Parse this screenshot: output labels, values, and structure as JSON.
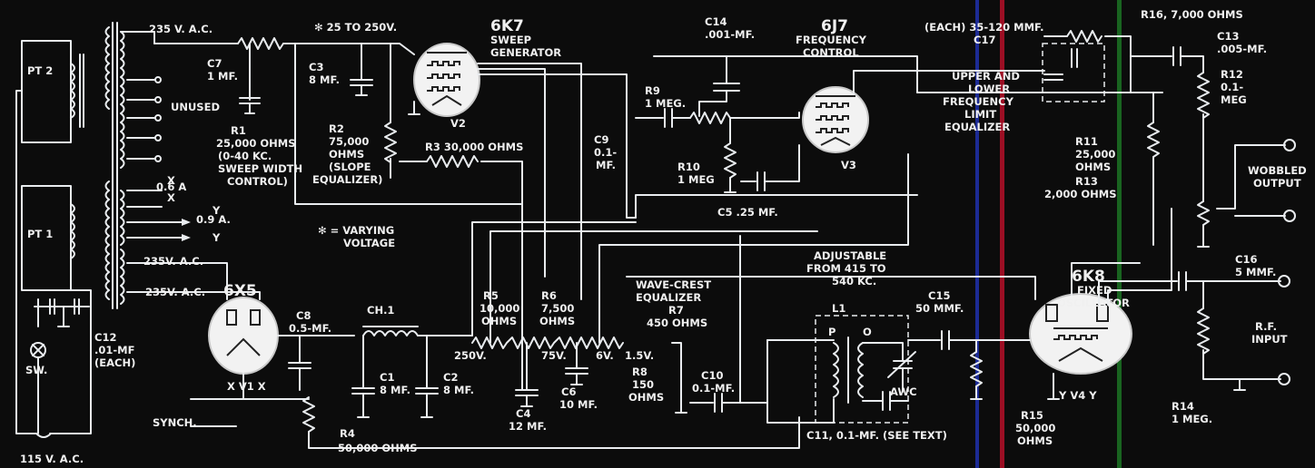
{
  "transformers": {
    "pt2": "PT 2",
    "pt1": "PT 1",
    "t235a": "235 V. A.C.",
    "unused": "UNUSED",
    "i06": "0.6 A",
    "i09": "0.9 A.",
    "y1": "Y",
    "y2": "Y",
    "x1": "X",
    "x2": "X",
    "t235b": "235V. A.C.",
    "t235c": "235V. A.C."
  },
  "mains": {
    "c12": [
      "C12",
      ".01-MF",
      "(EACH)"
    ],
    "sw": "SW.",
    "v115": "115 V. A.C."
  },
  "sweep": {
    "c7": [
      "C7",
      "1 MF."
    ],
    "r1": [
      "R1",
      "25,000 OHMS",
      "(0-40 KC.",
      "SWEEP WIDTH",
      "CONTROL)"
    ],
    "note": "✻ 25 TO 250V.",
    "c3": [
      "C3",
      "8 MF."
    ],
    "r2": [
      "R2",
      "75,000",
      "OHMS",
      "(SLOPE",
      "EQUALIZER)"
    ],
    "r3": "R3 30,000 OHMS",
    "legend": [
      "✻ = VARYING",
      "VOLTAGE"
    ]
  },
  "tubes": {
    "v6k7": [
      "6K7",
      "SWEEP",
      "GENERATOR"
    ],
    "v2": "V2",
    "v6j7": [
      "6J7",
      "FREQUENCY",
      "CONTROL"
    ],
    "v3": "V3",
    "v6x5": "6X5",
    "v1": "X V1 X",
    "v6k8": [
      "6K8",
      "FIXED",
      "OSCILLATOR"
    ],
    "v4": "Y V4 Y"
  },
  "freq_control": {
    "c14": [
      "C14",
      ".001-MF."
    ],
    "r9": [
      "R9",
      "1 MEG."
    ],
    "c9": [
      "C9",
      "0.1-",
      "MF."
    ],
    "r10": [
      "R10",
      "1 MEG"
    ],
    "c5": "C5 .25 MF.",
    "limits": [
      "(EACH) 35-120 MMF.",
      "C17"
    ],
    "equalizer": [
      "UPPER AND",
      "LOWER",
      "FREQUENCY",
      "LIMIT",
      "EQUALIZER"
    ]
  },
  "output": {
    "r16": "R16, 7,000 OHMS",
    "c13": [
      "C13",
      ".005-MF."
    ],
    "r12": [
      "R12",
      "0.1-",
      "MEG"
    ],
    "r11": [
      "R11",
      "25,000",
      "OHMS"
    ],
    "r13": "R13",
    "r13v": "2,000 OHMS",
    "wobbled": [
      "WOBBLED",
      "OUTPUT"
    ],
    "c16": [
      "C16",
      "5 MMF."
    ],
    "rfin": [
      "R.F.",
      "INPUT"
    ],
    "r14": [
      "R14",
      "1 MEG."
    ]
  },
  "power": {
    "c8": [
      "C8",
      "0.5-MF."
    ],
    "ch1": "CH.1",
    "c1": [
      "C1",
      "8 MF."
    ],
    "c2": [
      "C2",
      "8 MF."
    ],
    "synch": "SYNCH.",
    "r4": [
      "R4",
      "50,000 OHMS"
    ],
    "r5": [
      "R5",
      "10,000",
      "OHMS"
    ],
    "r6": [
      "R6",
      "7,500",
      "OHMS"
    ],
    "wave": [
      "WAVE-CREST",
      "EQUALIZER",
      "R7",
      "450 OHMS"
    ],
    "v250": "250V.",
    "v75": "75V.",
    "v6": "6V.",
    "v15": "1.5V.",
    "r8": [
      "R8",
      "150",
      "OHMS"
    ],
    "c4": [
      "C4",
      "12 MF."
    ],
    "c6": [
      "C6",
      "10 MF."
    ],
    "c10": [
      "C10",
      "0.1-MF."
    ]
  },
  "oscillator": {
    "adj": [
      "ADJUSTABLE",
      "FROM 415 TO",
      "540 KC."
    ],
    "l1": "L1",
    "p": "P",
    "s": "O",
    "c15": [
      "C15",
      "50 MMF."
    ],
    "c11": "C11, 0.1-MF. (SEE TEXT)",
    "awc": "AWC",
    "r15": [
      "R15",
      "50,000",
      "OHMS"
    ]
  },
  "colors": {
    "board": "#0c0c0c",
    "ink": "#e9ecef",
    "stripe_red": "#c0102a",
    "stripe_blue": "#2033b8",
    "stripe_green": "#1f8a2a"
  }
}
